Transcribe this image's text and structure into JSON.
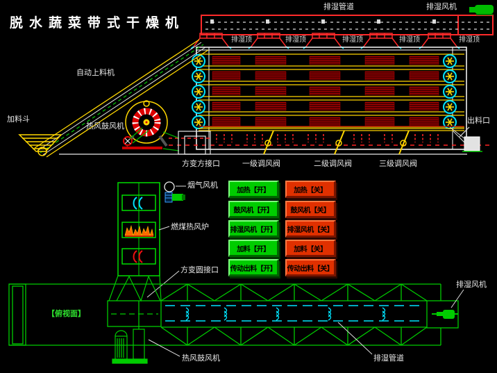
{
  "title": "脱水蔬菜带式干燥机",
  "colors": {
    "background": "#000000",
    "line_green": "#00cc00",
    "line_cyan": "#00e5ff",
    "line_yellow": "#ffd700",
    "line_red": "#ff2a2a",
    "belt_dark_red": "#5a0000",
    "button_on_green": "#00cc00",
    "button_off_red": "#e03000",
    "label_white": "#e8e8e8"
  },
  "side_view": {
    "duct_label": "排湿管道",
    "exhaust_fan_label": "排湿风机",
    "vent_labels": [
      "排湿顶",
      "排湿顶",
      "排湿顶",
      "排湿顶",
      "排湿顶"
    ],
    "feeder_label": "自动上料机",
    "hopper_label": "加料斗",
    "blower_label": "热风鼓风机",
    "square_connector_label": "方变方接口",
    "valve_labels": [
      "一级调风阀",
      "二级调风阀",
      "三级调风阀"
    ],
    "outlet_label": "出料口"
  },
  "furnace": {
    "smoke_fan_label": "烟气风机",
    "furnace_label": "燃煤热风炉",
    "round_connector_label": "方变圆接口"
  },
  "controls": {
    "buttons": [
      {
        "label": "加热【开】",
        "state": "on"
      },
      {
        "label": "加热【关】",
        "state": "off"
      },
      {
        "label": "鼓风机【开】",
        "state": "on"
      },
      {
        "label": "鼓风机【关】",
        "state": "off"
      },
      {
        "label": "排湿风机【开】",
        "state": "on"
      },
      {
        "label": "排湿风机【关】",
        "state": "off"
      },
      {
        "label": "加料【开】",
        "state": "on"
      },
      {
        "label": "加料【关】",
        "state": "off"
      },
      {
        "label": "传动出料【开】",
        "state": "on"
      },
      {
        "label": "传动出料【关】",
        "state": "off"
      }
    ]
  },
  "plan_view": {
    "caption": "【俯视面】",
    "blower_label": "热风鼓风机",
    "duct_label": "排湿管道",
    "exhaust_fan_label": "排湿风机"
  }
}
